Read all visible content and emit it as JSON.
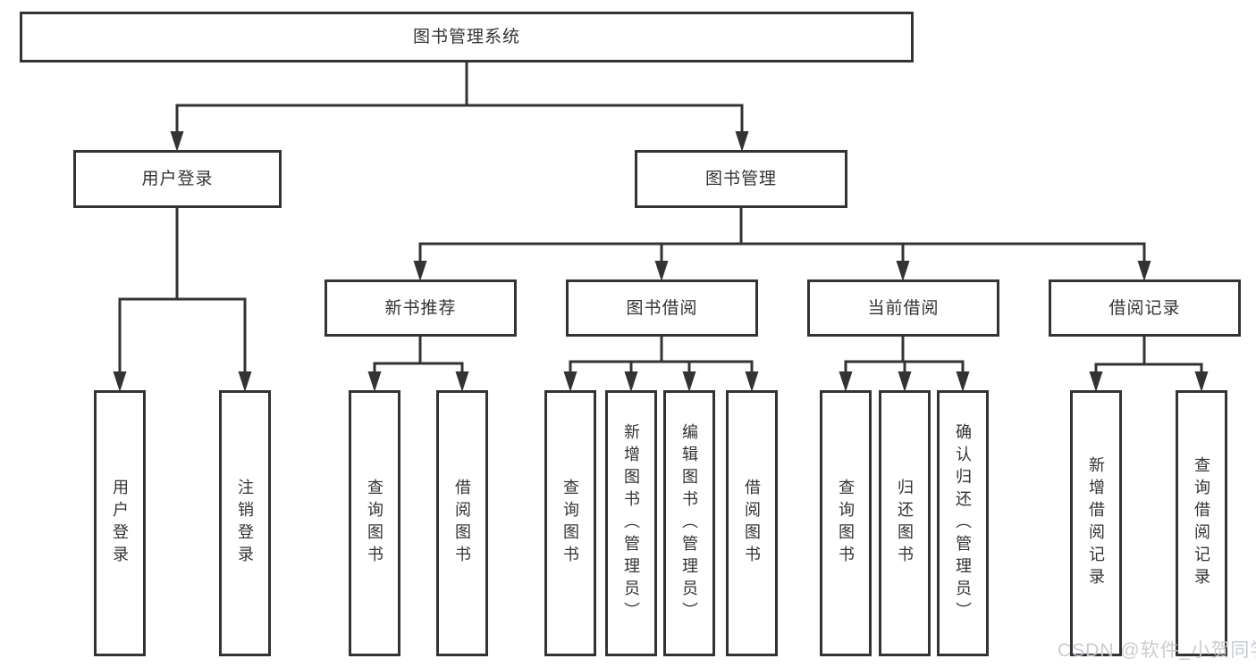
{
  "root": {
    "label": "图书管理系统"
  },
  "level2": {
    "user_login": {
      "label": "用户登录",
      "children": [
        "用户登录",
        "注销登录"
      ]
    },
    "book_management": {
      "label": "图书管理",
      "sections": {
        "new_books": {
          "label": "新书推荐",
          "children": [
            "查询图书",
            "借阅图书"
          ]
        },
        "borrowing": {
          "label": "图书借阅",
          "children": [
            "查询图书",
            "新增图书（管理员）",
            "编辑图书（管理员）",
            "借阅图书"
          ]
        },
        "current": {
          "label": "当前借阅",
          "children": [
            "查询图书",
            "归还图书",
            "确认归还（管理员）"
          ]
        },
        "records": {
          "label": "借阅记录",
          "children": [
            "新增借阅记录",
            "查询借阅记录"
          ]
        }
      }
    }
  },
  "watermark": {
    "label": "CSDN @软件_小贺同学"
  },
  "colors": {
    "line": "#333333",
    "box_border": "#333333",
    "background": "#ffffff",
    "text": "#333333",
    "watermark": "#c5c9ce"
  }
}
